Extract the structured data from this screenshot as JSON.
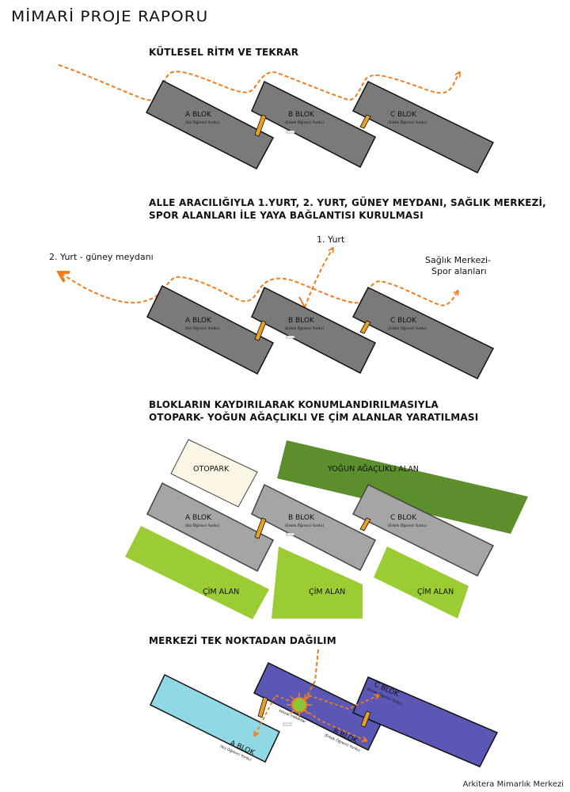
{
  "title": "MİMARİ PROJE RAPORU",
  "sections": [
    {
      "heading": "KÜTLESEL RİTM VE TEKRAR"
    },
    {
      "heading_lines": [
        "ALLE ARACILIĞIYLA 1.YURT, 2. YURT, GÜNEY MEYDANI, SAĞLIK MERKEZİ,",
        "SPOR ALANLARI İLE YAYA BAĞLANTISI KURULMASI"
      ]
    },
    {
      "heading_lines": [
        "BLOKLARIN KAYDIRILARAK KONUMLANDIRILMASIYLA",
        "OTOPARK- YOĞUN AĞAÇLIKLI VE ÇİM ALANLAR YARATILMASI"
      ]
    },
    {
      "heading": "MERKEZİ TEK NOKTADAN DAĞILIM"
    }
  ],
  "blocks": {
    "a": {
      "name": "A BLOK",
      "sub": "(Kız Öğrenci Yurdu)"
    },
    "b": {
      "name": "B BLOK",
      "sub": "(Erkek Öğrenci Yurdu)"
    },
    "c": {
      "name": "C BLOK",
      "sub": "(Erkek Öğrenci Yurdu)"
    }
  },
  "links": {
    "yurt1": "1. Yurt",
    "yurt2": "2. Yurt - güney meydanı",
    "saglik": "Sağlık Merkezi-",
    "spor": "Spor alanları"
  },
  "areas": {
    "otopark": "OTOPARK",
    "agac": "YOĞUN AĞAÇLIKLI ALAN",
    "cim": "ÇİM ALAN"
  },
  "center_label": "sosyal mekanlar",
  "footer": "Arkitera Mimarlık Merkezi",
  "colors": {
    "block_dark": "#7a7a7a",
    "block_light": "#a5a5a5",
    "block_blue": "#5a58b4",
    "block_cyan": "#90d8e4",
    "arrow": "#f07d1e",
    "connector": "#e8a028",
    "grass": "#9ccc34",
    "forest": "#5c8e2c",
    "parking": "#fcf7e4"
  }
}
